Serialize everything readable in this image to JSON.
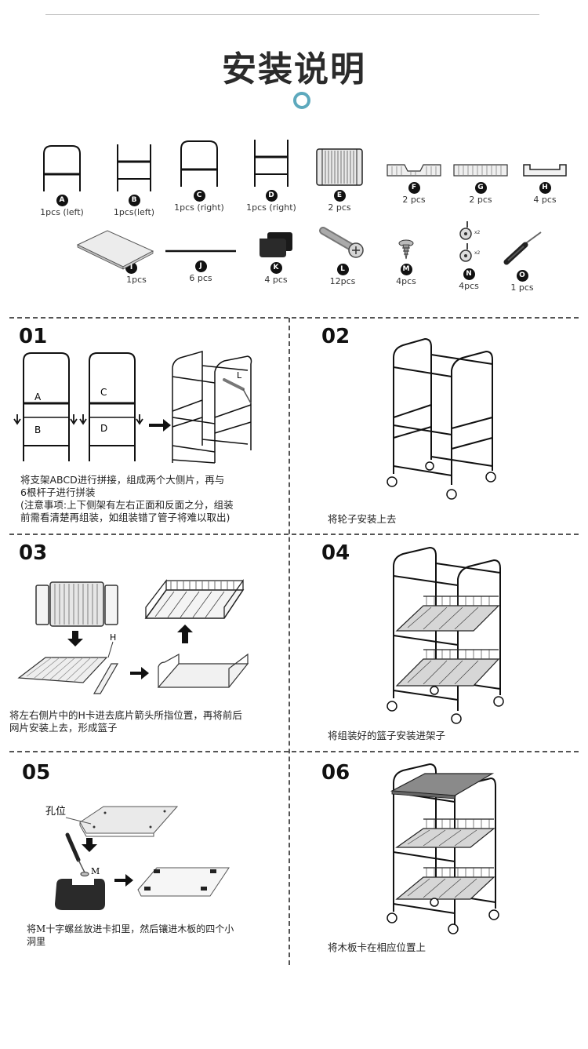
{
  "title": "安装说明",
  "parts": [
    {
      "letter": "A",
      "qty": "1pcs (left)",
      "icon": "side-frame-icon"
    },
    {
      "letter": "B",
      "qty": "1pcs(left)",
      "icon": "side-frame-lower-icon"
    },
    {
      "letter": "C",
      "qty": "1pcs (right)",
      "icon": "side-frame-icon"
    },
    {
      "letter": "D",
      "qty": "1pcs (right)",
      "icon": "side-frame-lower-icon"
    },
    {
      "letter": "E",
      "qty": "2 pcs",
      "icon": "mesh-panel-icon"
    },
    {
      "letter": "F",
      "qty": "2 pcs",
      "icon": "front-mesh-icon"
    },
    {
      "letter": "G",
      "qty": "2 pcs",
      "icon": "back-mesh-icon"
    },
    {
      "letter": "H",
      "qty": "4 pcs",
      "icon": "h-clip-icon"
    },
    {
      "letter": "I",
      "qty": "1pcs",
      "icon": "wood-board-icon"
    },
    {
      "letter": "J",
      "qty": "6 pcs",
      "icon": "rod-icon"
    },
    {
      "letter": "K",
      "qty": "4 pcs",
      "icon": "board-clip-icon"
    },
    {
      "letter": "L",
      "qty": "12pcs",
      "icon": "bolt-icon"
    },
    {
      "letter": "M",
      "qty": "4pcs",
      "icon": "screw-icon"
    },
    {
      "letter": "N",
      "qty": "4pcs",
      "icon": "caster-icon"
    },
    {
      "letter": "O",
      "qty": "1 pcs",
      "icon": "screwdriver-icon"
    }
  ],
  "caster_multiplier": "x2",
  "steps": [
    {
      "num": "01",
      "labels": [
        "A",
        "B",
        "C",
        "D",
        "L"
      ],
      "lines": [
        "将支架ABCD进行拼接，组成两个大侧片，再与",
        "6根杆子进行拼装",
        "(注意事项:上下侧架有左右正面和反面之分，组装",
        "前需看清楚再组装，如组装错了管子将难以取出)"
      ]
    },
    {
      "num": "02",
      "lines": [
        "将轮子安装上去"
      ]
    },
    {
      "num": "03",
      "labels": [
        "H"
      ],
      "lines": [
        "将左右侧片中的H卡进去底片箭头所指位置，再将前后",
        "网片安装上去，形成篮子"
      ]
    },
    {
      "num": "04",
      "lines": [
        "将组装好的篮子安装进架子"
      ]
    },
    {
      "num": "05",
      "labels": [
        "孔位",
        "M"
      ],
      "lines": [
        "将M十字螺丝放进卡扣里，然后镶进木板的四个小",
        "洞里"
      ]
    },
    {
      "num": "06",
      "lines": [
        "将木板卡在相应位置上"
      ]
    }
  ]
}
